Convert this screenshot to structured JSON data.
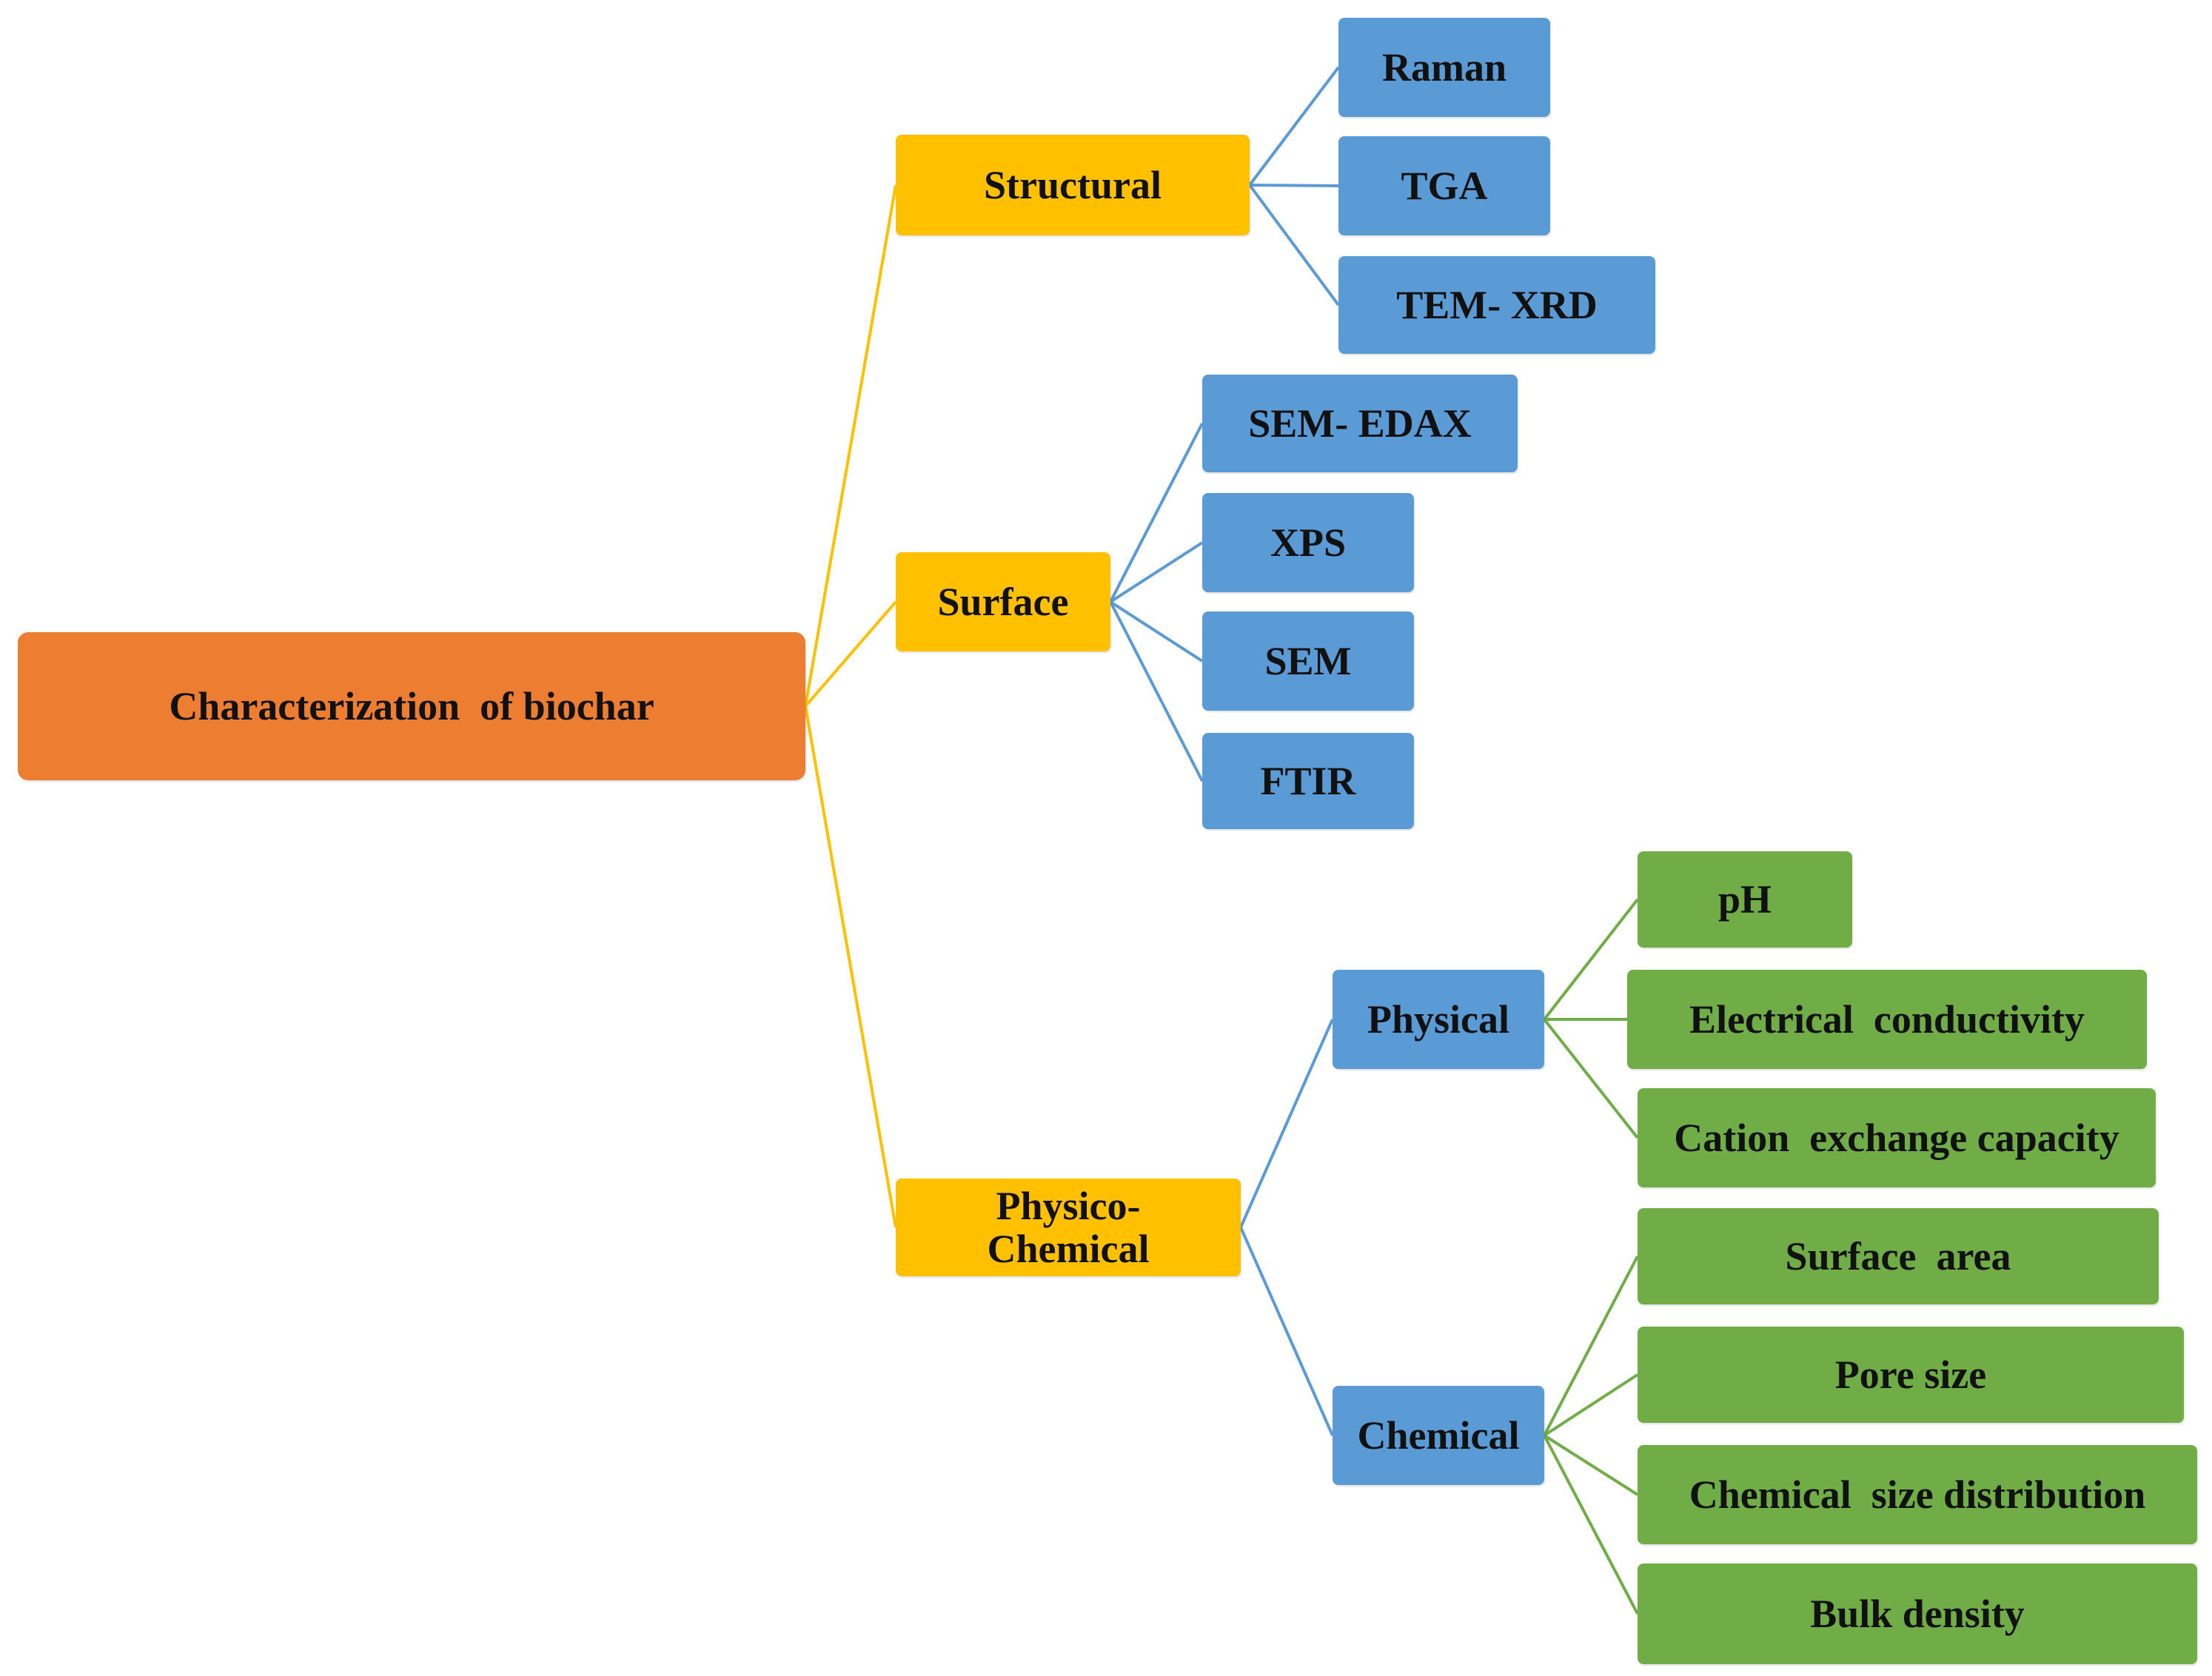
{
  "colors": {
    "root": "#ED7D31",
    "level1": "#FFC000",
    "blue": "#5B9BD5",
    "green": "#70AD47",
    "line_yellow": "#FFC000",
    "line_blue": "#5B9BD5",
    "line_green": "#70AD47"
  },
  "nodes": {
    "root": {
      "label": "Characterization  of biochar",
      "color": "root"
    },
    "structural": {
      "label": "Structural",
      "color": "level1"
    },
    "surface": {
      "label": "Surface",
      "color": "level1"
    },
    "physchem": {
      "label": "Physico-\nChemical",
      "color": "level1"
    },
    "raman": {
      "label": "Raman",
      "color": "blue"
    },
    "tga": {
      "label": "TGA",
      "color": "blue"
    },
    "temxrd": {
      "label": "TEM- XRD",
      "color": "blue"
    },
    "semedax": {
      "label": "SEM- EDAX",
      "color": "blue"
    },
    "xps": {
      "label": "XPS",
      "color": "blue"
    },
    "sem": {
      "label": "SEM",
      "color": "blue"
    },
    "ftir": {
      "label": "FTIR",
      "color": "blue"
    },
    "physical": {
      "label": "Physical",
      "color": "blue"
    },
    "chemical": {
      "label": "Chemical",
      "color": "blue"
    },
    "ph": {
      "label": "pH",
      "color": "green"
    },
    "ec": {
      "label": "Electrical  conductivity",
      "color": "green"
    },
    "cec": {
      "label": "Cation  exchange capacity",
      "color": "green"
    },
    "sa": {
      "label": "Surface  area",
      "color": "green"
    },
    "pore": {
      "label": "Pore size",
      "color": "green"
    },
    "csd": {
      "label": "Chemical  size distribution",
      "color": "green"
    },
    "bulk": {
      "label": "Bulk density",
      "color": "green"
    }
  },
  "edges": [
    {
      "from": "root",
      "to": "structural",
      "color": "line_yellow"
    },
    {
      "from": "root",
      "to": "surface",
      "color": "line_yellow"
    },
    {
      "from": "root",
      "to": "physchem",
      "color": "line_yellow"
    },
    {
      "from": "structural",
      "to": "raman",
      "color": "line_blue"
    },
    {
      "from": "structural",
      "to": "tga",
      "color": "line_blue"
    },
    {
      "from": "structural",
      "to": "temxrd",
      "color": "line_blue"
    },
    {
      "from": "surface",
      "to": "semedax",
      "color": "line_blue"
    },
    {
      "from": "surface",
      "to": "xps",
      "color": "line_blue"
    },
    {
      "from": "surface",
      "to": "sem",
      "color": "line_blue"
    },
    {
      "from": "surface",
      "to": "ftir",
      "color": "line_blue"
    },
    {
      "from": "physchem",
      "to": "physical",
      "color": "line_blue"
    },
    {
      "from": "physchem",
      "to": "chemical",
      "color": "line_blue"
    },
    {
      "from": "physical",
      "to": "ph",
      "color": "line_green"
    },
    {
      "from": "physical",
      "to": "ec",
      "color": "line_green"
    },
    {
      "from": "physical",
      "to": "cec",
      "color": "line_green"
    },
    {
      "from": "chemical",
      "to": "sa",
      "color": "line_green"
    },
    {
      "from": "chemical",
      "to": "pore",
      "color": "line_green"
    },
    {
      "from": "chemical",
      "to": "csd",
      "color": "line_green"
    },
    {
      "from": "chemical",
      "to": "bulk",
      "color": "line_green"
    }
  ]
}
